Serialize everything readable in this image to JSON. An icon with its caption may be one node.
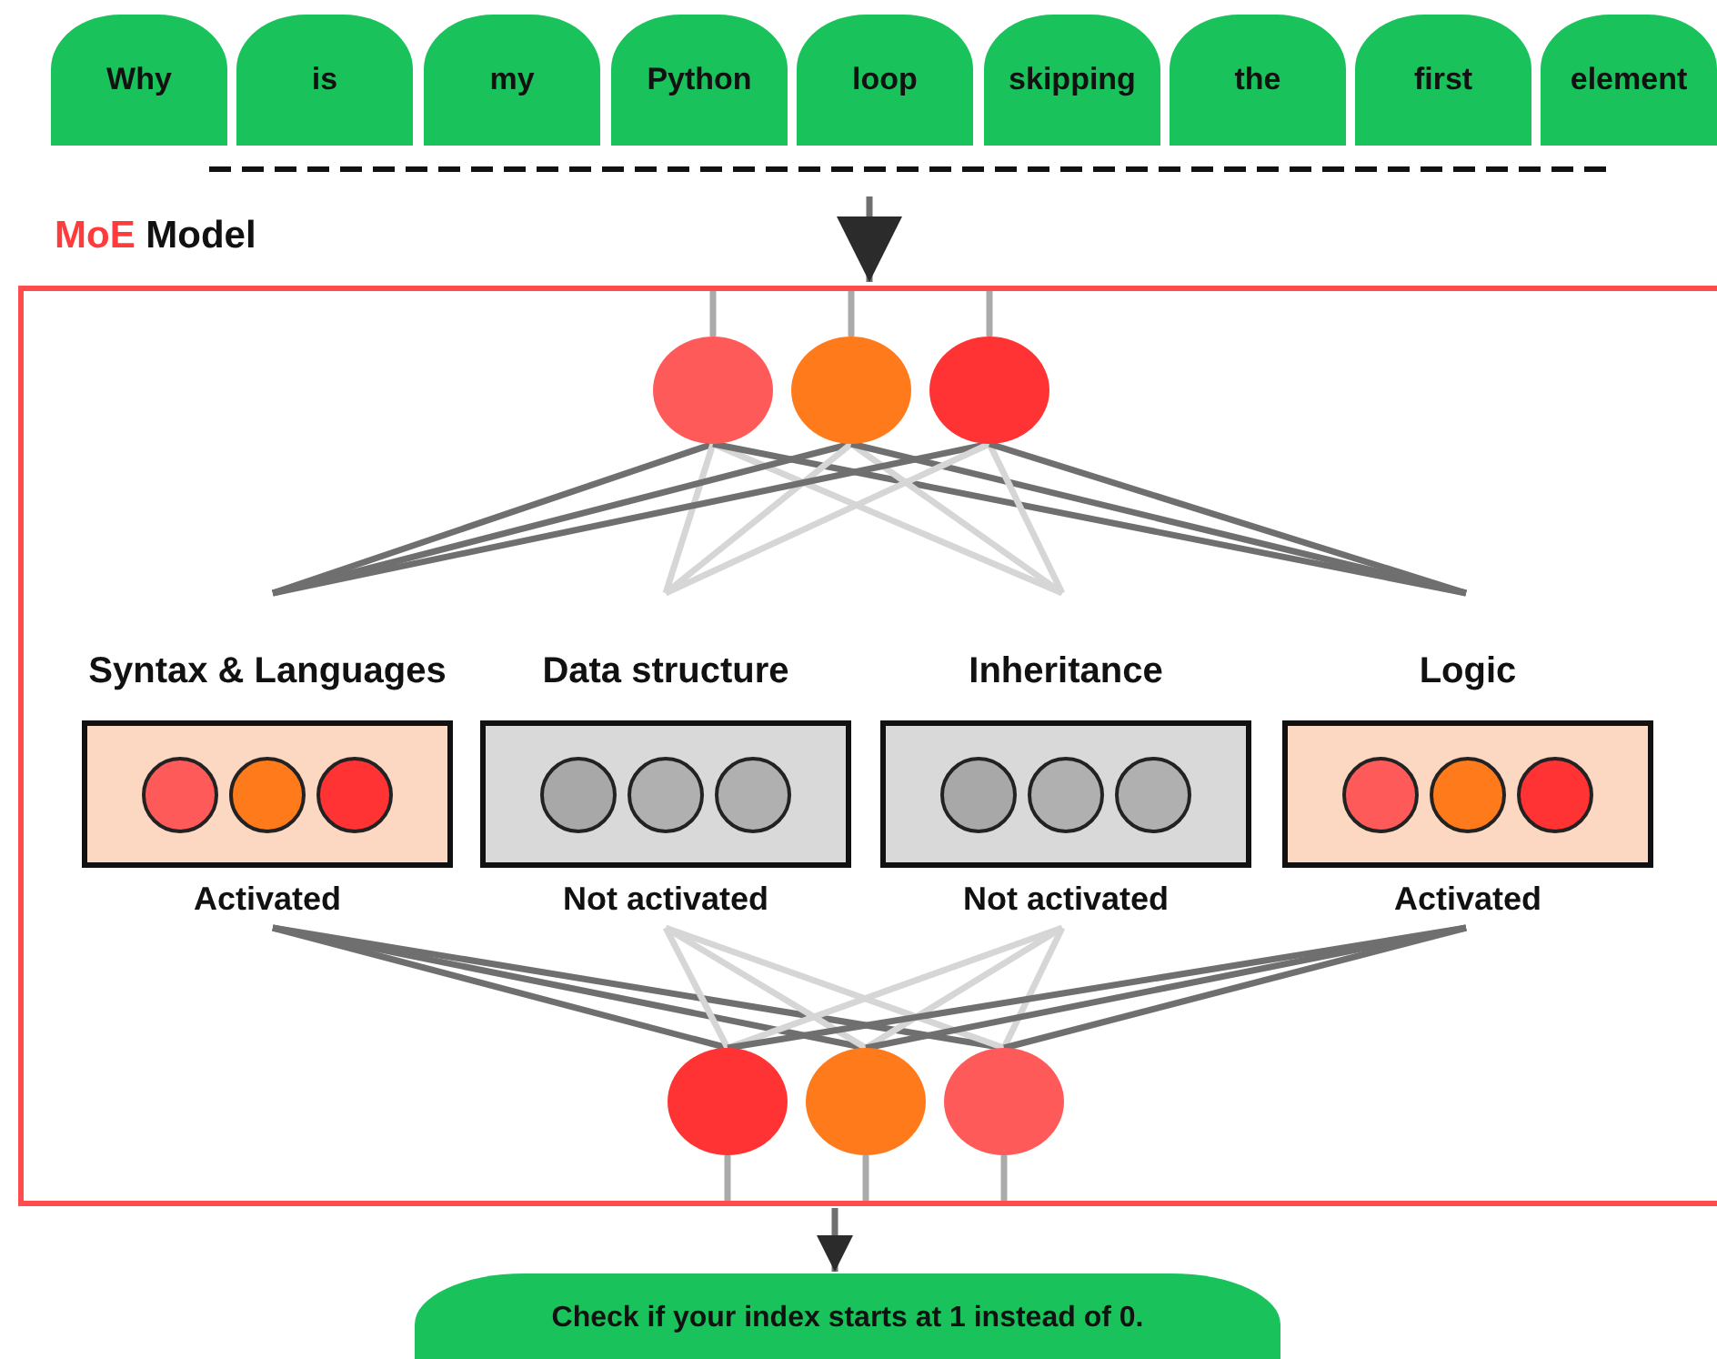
{
  "diagram": {
    "nodes": [
      {
        "text": [
          "Why"
        ]
      },
      {
        "text": [
          "is"
        ]
      },
      {
        "text": [
          "my"
        ]
      },
      {
        "text": [
          "Python"
        ]
      },
      {
        "text": [
          "loop"
        ]
      },
      {
        "text": [
          "skipping"
        ]
      },
      {
        "text": [
          "the"
        ]
      },
      {
        "text": [
          "first"
        ]
      },
      {
        "text": [
          "element"
        ]
      },
      {
        "text": [
          "MoE Model"
        ]
      },
      {
        "text": [],
        "shape": "circle",
        "in": 9
      },
      {
        "text": [],
        "shape": "circle",
        "in": 9
      },
      {
        "text": [],
        "shape": "circle",
        "in": 9
      },
      {
        "text": [
          "Syntax & Languages"
        ],
        "beside": [
          "Activated"
        ],
        "in": 9
      },
      {
        "text": [
          "Data structure"
        ],
        "beside": [
          "Not activated"
        ],
        "in": 9
      },
      {
        "text": [
          "Inheritance"
        ],
        "beside": [
          "Not activated"
        ],
        "in": 9
      },
      {
        "text": [
          "Logic"
        ],
        "beside": [
          "Activated"
        ],
        "in": 9
      },
      {
        "text": [],
        "shape": "circle",
        "in": 9
      },
      {
        "text": [],
        "shape": "circle",
        "in": 9
      },
      {
        "text": [],
        "shape": "circle",
        "in": 9
      },
      {
        "text": [
          "Check if your index starts at 1 instead of 0."
        ]
      }
    ],
    "edges": [
      {
        "from": null,
        "to": 9,
        "arrow": "to"
      },
      {
        "from": null,
        "to": 10,
        "arrow": "none",
        "color": "#aaaaaa"
      },
      {
        "from": null,
        "to": 11,
        "arrow": "none",
        "color": "#aaaaaa"
      },
      {
        "from": null,
        "to": 12,
        "arrow": "none",
        "color": "#aaaaaa"
      },
      {
        "from": 10,
        "to": 13,
        "arrow": "none"
      },
      {
        "from": 10,
        "to": 14,
        "arrow": "none",
        "color": "#d6d6d6"
      },
      {
        "from": 10,
        "to": 15,
        "arrow": "none",
        "color": "#d6d6d6"
      },
      {
        "from": 10,
        "to": 16,
        "arrow": "none"
      },
      {
        "from": 11,
        "to": 13,
        "arrow": "none"
      },
      {
        "from": 11,
        "to": 14,
        "arrow": "none",
        "color": "#d6d6d6"
      },
      {
        "from": 11,
        "to": 15,
        "arrow": "none",
        "color": "#d6d6d6"
      },
      {
        "from": 11,
        "to": 16,
        "arrow": "none"
      },
      {
        "from": 12,
        "to": 13,
        "arrow": "none"
      },
      {
        "from": 12,
        "to": 14,
        "arrow": "none",
        "color": "#d6d6d6"
      },
      {
        "from": 12,
        "to": 15,
        "arrow": "none",
        "color": "#d6d6d6"
      },
      {
        "from": 12,
        "to": 16,
        "arrow": "none"
      },
      {
        "from": 13,
        "to": 17,
        "arrow": "none"
      },
      {
        "from": 13,
        "to": 18,
        "arrow": "none"
      },
      {
        "from": 13,
        "to": 19,
        "arrow": "none"
      },
      {
        "from": 14,
        "to": 17,
        "arrow": "none",
        "color": "#d6d6d6"
      },
      {
        "from": 14,
        "to": 18,
        "arrow": "none",
        "color": "#d6d6d6"
      },
      {
        "from": 14,
        "to": 19,
        "arrow": "none",
        "color": "#d6d6d6"
      },
      {
        "from": 15,
        "to": 17,
        "arrow": "none",
        "color": "#d6d6d6"
      },
      {
        "from": 15,
        "to": 18,
        "arrow": "none",
        "color": "#d6d6d6"
      },
      {
        "from": 15,
        "to": 19,
        "arrow": "none",
        "color": "#d6d6d6"
      },
      {
        "from": 16,
        "to": 17,
        "arrow": "none"
      },
      {
        "from": 16,
        "to": 18,
        "arrow": "none"
      },
      {
        "from": 16,
        "to": 19,
        "arrow": "none"
      },
      {
        "from": 17,
        "to": null,
        "arrow": "none",
        "color": "#aaaaaa"
      },
      {
        "from": 18,
        "to": null,
        "arrow": "none",
        "color": "#aaaaaa"
      },
      {
        "from": 19,
        "to": null,
        "arrow": "none",
        "color": "#aaaaaa"
      },
      {
        "from": 9,
        "to": 20,
        "arrow": "to"
      }
    ]
  }
}
